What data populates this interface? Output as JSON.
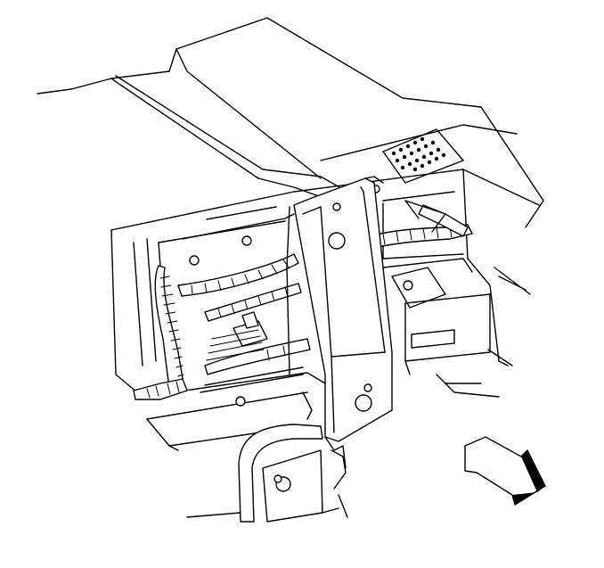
{
  "diagram": {
    "background_color": "#ffffff",
    "line_color": "#000000",
    "parts": [
      {
        "name": "upper-trim-panel-outline"
      },
      {
        "name": "hvac-module-housing"
      },
      {
        "name": "vent-grille"
      },
      {
        "name": "steering-column-support-bracket"
      },
      {
        "name": "wiring-harness"
      },
      {
        "name": "harness-connector"
      },
      {
        "name": "lower-cross-bar"
      },
      {
        "name": "lower-mounting-bracket"
      },
      {
        "name": "view-direction-arrow"
      }
    ],
    "text_labels": []
  }
}
